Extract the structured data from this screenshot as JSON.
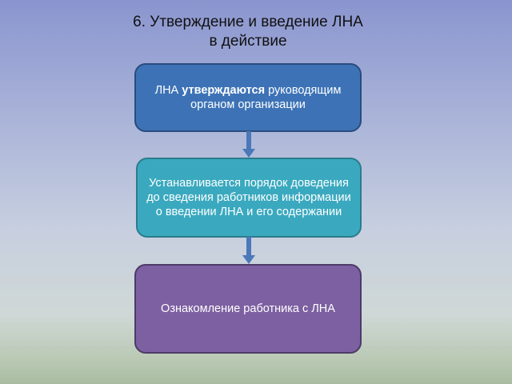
{
  "title": {
    "line1": "6. Утверждение и введение ЛНА",
    "line2": "в действие"
  },
  "steps": [
    {
      "pre": "ЛНА ",
      "bold": "утверждаются",
      "post": " руководящим органом организации"
    },
    {
      "text": "Устанавливается порядок доведения до сведения работников информации о введении ЛНА и его содержании"
    },
    {
      "text": "Ознакомление работника с ЛНА"
    }
  ],
  "colors": {
    "step1": "#3d73b6",
    "step2": "#3aa9bf",
    "step3": "#7d60a1",
    "arrow": "#4a78b8"
  }
}
